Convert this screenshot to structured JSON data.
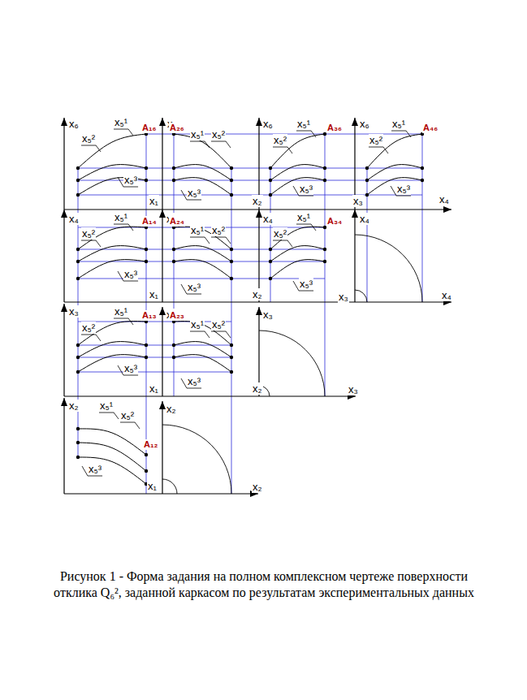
{
  "diagram": {
    "caption": "Рисунок 1 - Форма задания на полном комплексном чертеже поверхности отклика Q₆², заданной каркасом по результатам экспериментальных данных",
    "labels": [
      "x₆",
      "x₅¹",
      "x₅²",
      "A₁₆",
      "x₆",
      "A₂₆",
      "x₅¹",
      "x₅²",
      "x₆",
      "x₅¹",
      "x₅²",
      "A₃₆",
      "x₆",
      "x₅¹",
      "x₅²",
      "A₄₆",
      "x₅³",
      "x₅³",
      "x₅³",
      "x₅³",
      "x₁",
      "x₂",
      "x₃",
      "x₄",
      "x₄",
      "x₅¹",
      "x₅²",
      "A₁₄",
      "x₄",
      "A₂₄",
      "x₅¹",
      "x₅²",
      "x₄",
      "x₅¹",
      "A₃₄",
      "x₅²",
      "x₄",
      "x₅³",
      "x₅³",
      "x₅³",
      "x₁",
      "x₂",
      "x₃",
      "x₄",
      "x₃",
      "x₅¹",
      "x₅²",
      "A₁₃",
      "x₃",
      "A₂₃",
      "x₅¹",
      "x₅²",
      "x₃",
      "x₅³",
      "x₅³",
      "x₁",
      "x₂",
      "x₃",
      "x₂",
      "x₅¹",
      "x₅²",
      "x₂",
      "A₁₂",
      "x₅³",
      "x₁",
      "x₂"
    ]
  }
}
